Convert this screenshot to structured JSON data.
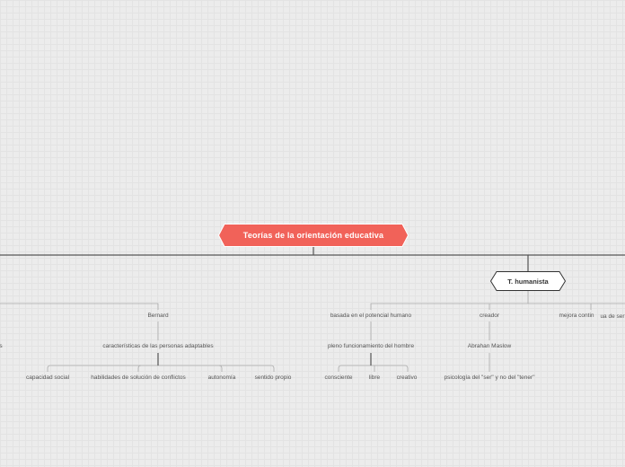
{
  "map": {
    "root": {
      "title": "Teorías de la orientación educativa"
    },
    "humanista": {
      "title": "T. humanista"
    },
    "left_cut_label": "s",
    "bernard": {
      "title": "Bernard",
      "child": "características de las personas adaptables",
      "items": [
        "capacidad social",
        "habilidades de solución de conflictos",
        "autonomía",
        "sentido propio"
      ]
    },
    "potencial": {
      "title": "basada en el potencial humano",
      "child": "pleno funcionamiento del hombre",
      "items": [
        "consciente",
        "libre",
        "creativo"
      ]
    },
    "creador": {
      "title": "creador",
      "child": "Abrahan Maslow",
      "grandchild": "psicología del \"ser\" y no del \"tener\""
    },
    "mejora": {
      "title": "mejora contin"
    },
    "ser": {
      "title": "ua de ser"
    }
  },
  "colors": {
    "root_fill": "#f16259",
    "line": "#555555",
    "light_line": "#aaaaaa"
  }
}
